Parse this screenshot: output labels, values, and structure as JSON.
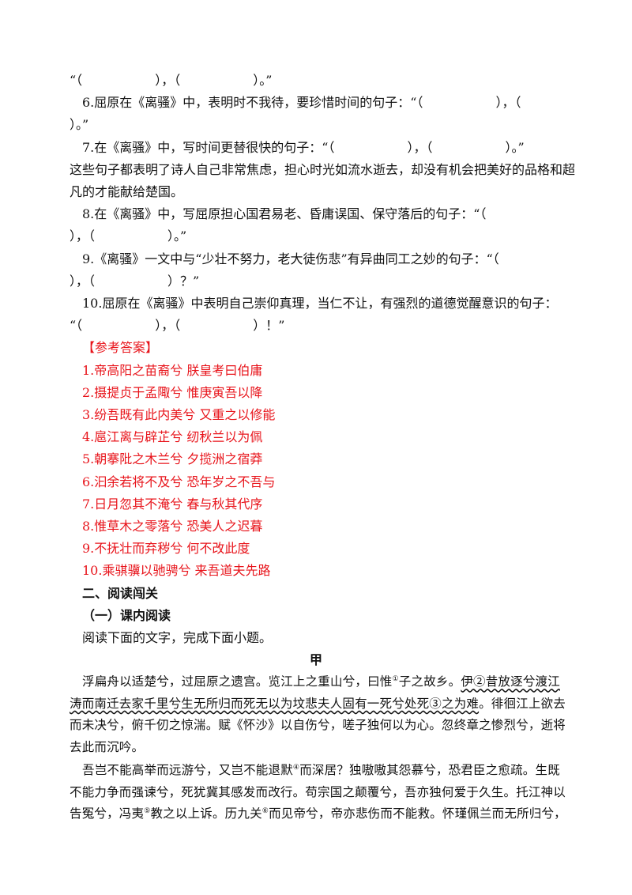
{
  "questions": [
    {
      "id": "q5b",
      "text": "“（ ），（ ）。”"
    },
    {
      "id": "q6a",
      "text": "6.屈原在《离骚》中，表明时不我待，要珍惜时间的句子：“（ ），（"
    },
    {
      "id": "q6b",
      "text": "）。”"
    },
    {
      "id": "q7a",
      "text": "7.在《离骚》中，写时间更替很快的句子：“（ ），（ ）。”"
    },
    {
      "id": "q7b",
      "text": "这些句子都表明了诗人自己非常焦虑，担心时光如流水逝去，却没有机会把美好的品格和超"
    },
    {
      "id": "q7c",
      "text": "凡的才能献给楚国。"
    },
    {
      "id": "q8a",
      "text": "8.在《离骚》中，写屈原担心国君易老、昏庸误国、保守落后的句子：“（"
    },
    {
      "id": "q8b",
      "text": "），（ ）。”"
    },
    {
      "id": "q9a",
      "text": "9.《离骚》一文中与“少壮不努力，老大徒伤悲”有异曲同工之妙的句子：“（"
    },
    {
      "id": "q9b",
      "text": "），（ ）？”"
    },
    {
      "id": "q10a",
      "text": "10.屈原在《离骚》中表明自己崇仰真理，当仁不让，有强烈的道德觉醒意识的句子："
    },
    {
      "id": "q10b",
      "text": "“（ ），（ ）！”"
    }
  ],
  "answers": {
    "header": "【参考答案】",
    "items": [
      "1.帝高阳之苗裔兮 朕皇考曰伯庸",
      "2.摄提贞于孟陬兮 惟庚寅吾以降",
      "3.纷吾既有此内美兮 又重之以修能",
      "4.扈江离与辟芷兮 纫秋兰以为佩",
      "5.朝搴阰之木兰兮 夕揽洲之宿莽",
      "6.汩余若将不及兮 恐年岁之不吾与",
      "7.日月忽其不淹兮 春与秋其代序",
      "8.惟草木之零落兮 恐美人之迟暮",
      "9.不抚壮而弃秽兮 何不改此度",
      "10.乘骐骥以驰骋兮 来吾道夫先路"
    ]
  },
  "section": {
    "title": "二、阅读闯关",
    "subtitle": "（一）课内阅读",
    "instruction": "阅读下面的文字，完成下面小题。",
    "passage_title": "甲"
  },
  "passage": {
    "l1_a": "浮扁舟以适楚兮，过屈原之遗宫。览江上之重山兮，曰惟",
    "l1_sup": "①",
    "l1_b": "子之故乡。",
    "l1_wavy": "伊②昔放逐兮渡江",
    "l2_wavy": "涛而南迁去家千里兮生无所归而死无以为坟悲夫人固有一死兮处死③之为难",
    "l2_b": "。徘徊江上欲去",
    "l3": "而未决兮，俯千仞之惊湍。赋《怀沙》以自伤兮，嗟子独何以为心。忽终章之惨烈兮，逝将",
    "l4": "去此而沉吟。",
    "l5_a": "吾岂不能高举而远游兮，又岂不能退默",
    "l5_sup": "④",
    "l5_b": "而深居？独嗷嗷其怨慕兮，恐君臣之愈疏。生既",
    "l6": "不能力争而强谏兮，死犹冀其感发而改行。苟宗国之颠覆兮，吾亦独何爱于久生。托江神以",
    "l7_a": "告冤兮，冯夷",
    "l7_sup": "⑤",
    "l7_b": "教之以上诉。历九关",
    "l7_sup2": "⑥",
    "l7_c": "而见帝兮，帝亦悲伤而不能救。怀瑾佩兰而无所归兮，"
  }
}
